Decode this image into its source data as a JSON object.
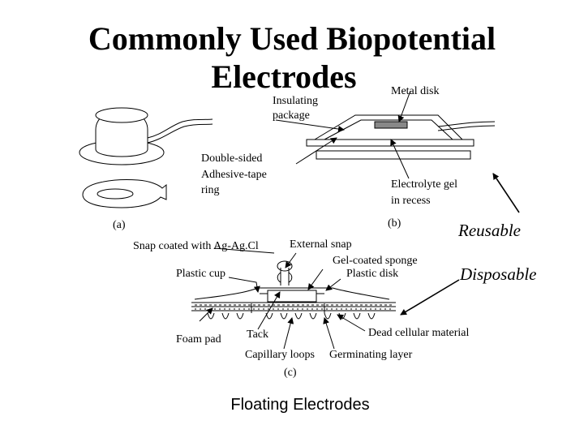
{
  "title": {
    "line1": "Commonly Used  Biopotential",
    "line2": "Electrodes"
  },
  "figure_a": {
    "label": "(a)",
    "adhesive_ring_label": [
      "Double-sided",
      "Adhesive-tape",
      "ring"
    ]
  },
  "figure_b": {
    "label": "(b)",
    "metal_disk": "Metal disk",
    "insulating_package": [
      "Insulating",
      "package"
    ],
    "electrolyte_gel": [
      "Electrolyte gel",
      "in recess"
    ]
  },
  "figure_c": {
    "label": "(c)",
    "snap": "Snap coated with Ag-Ag.Cl",
    "external_snap": "External snap",
    "gel_sponge": "Gel-coated sponge",
    "plastic_disk": "Plastic disk",
    "plastic_cup": "Plastic cup",
    "foam_pad": "Foam pad",
    "tack": "Tack",
    "dead_cellular": "Dead cellular material",
    "capillary_loops": "Capillary loops",
    "germinating_layer": "Germinating layer"
  },
  "annotations": {
    "reusable": "Reusable",
    "disposable": "Disposable"
  },
  "footer": "Floating Electrodes"
}
